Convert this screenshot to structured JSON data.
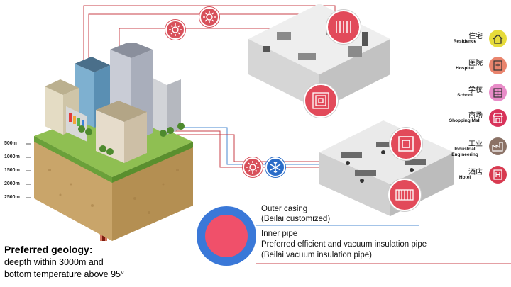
{
  "depth_scale": [
    "500m",
    "1000m",
    "1500m",
    "2000m",
    "2500m"
  ],
  "legend": [
    {
      "cn": "住宅",
      "en": "Residence",
      "color": "#e6db3a",
      "icon": "house-icon"
    },
    {
      "cn": "医院",
      "en": "Hospital",
      "color": "#e9846d",
      "icon": "hospital-icon"
    },
    {
      "cn": "学校",
      "en": "School",
      "color": "#e88cc8",
      "icon": "school-icon"
    },
    {
      "cn": "商场",
      "en": "Shopping Mall",
      "color": "#d8335a",
      "icon": "store-icon"
    },
    {
      "cn": "工业",
      "en": "Industrial Engineering",
      "color": "#8b7266",
      "icon": "factory-icon"
    },
    {
      "cn": "酒店",
      "en": "Hotel",
      "color": "#d83a50",
      "icon": "hotel-icon"
    }
  ],
  "pipe": {
    "outer_label_1": "Outer casing",
    "outer_label_2": "(Beilai customized)",
    "inner_label_1": "Inner pipe",
    "inner_label_2": "Preferred efficient and vacuum insulation pipe",
    "inner_label_3": "(Beilai vacuum insulation pipe)",
    "outer_color": "#3a78d8",
    "inner_color": "#f0506a"
  },
  "geology": {
    "title": "Preferred geology:",
    "line_1": "deepth within 3000m and",
    "line_2": "bottom temperature above 95°"
  },
  "colors": {
    "hot_line": "#c8404a",
    "cold_line": "#4a8ad0",
    "sun_badge": "#d8505a",
    "snow_badge": "#2a6cc8"
  }
}
